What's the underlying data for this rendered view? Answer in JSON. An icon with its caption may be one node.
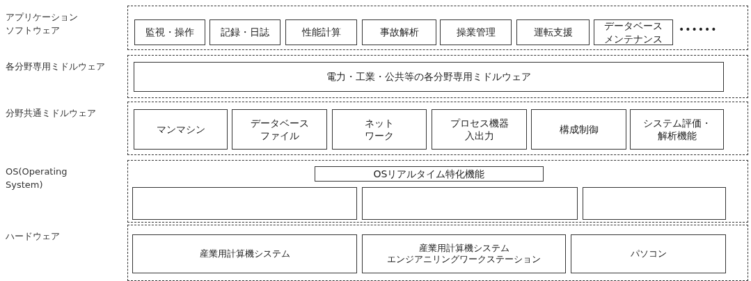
{
  "diagram": {
    "nodes": [
      {
        "text": [
          "アプリケーションソフトウェア"
        ]
      },
      {
        "text": [
          "監視・操作"
        ],
        "in": 0
      },
      {
        "text": [
          "記録・日誌"
        ],
        "in": 0
      },
      {
        "text": [
          "性能計算"
        ],
        "in": 0
      },
      {
        "text": [
          "事故解析"
        ],
        "in": 0
      },
      {
        "text": [
          "操業管理"
        ],
        "in": 0
      },
      {
        "text": [
          "運転支援"
        ],
        "in": 0
      },
      {
        "text": [
          "データベースメンテナンス"
        ],
        "in": 0
      },
      {
        "text": [
          "各分野専用ミドルウェア"
        ]
      },
      {
        "text": [
          "電力・工業・公共等の各分野専用ミドルウェア"
        ],
        "in": 8
      },
      {
        "text": [
          "分野共通ミドルウェア"
        ]
      },
      {
        "text": [
          "マンマシン"
        ],
        "in": 10
      },
      {
        "text": [
          "データベースファイル"
        ],
        "in": 10
      },
      {
        "text": [
          "ネットワーク"
        ],
        "in": 10
      },
      {
        "text": [
          "プロセス機器入出力"
        ],
        "in": 10
      },
      {
        "text": [
          "構成制御"
        ],
        "in": 10
      },
      {
        "text": [
          "システム評価・解析機能"
        ],
        "in": 10
      },
      {
        "text": [
          "OS(Operating System)"
        ]
      },
      {
        "text": [
          "OSリアルタイム特化機能"
        ],
        "in": 17
      },
      {
        "text": [],
        "shape": "box",
        "in": 17
      },
      {
        "text": [],
        "shape": "box",
        "in": 17
      },
      {
        "text": [],
        "shape": "box",
        "in": 17
      },
      {
        "text": [
          "ハードウェア"
        ]
      },
      {
        "text": [
          "産業用計算機システム"
        ],
        "in": 22
      },
      {
        "text": [
          "産業用計算機システム",
          "エンジアニリングワークステーション"
        ],
        "in": 22
      },
      {
        "text": [
          "パソコン"
        ],
        "in": 22
      }
    ],
    "labels": [
      "••••••"
    ]
  }
}
